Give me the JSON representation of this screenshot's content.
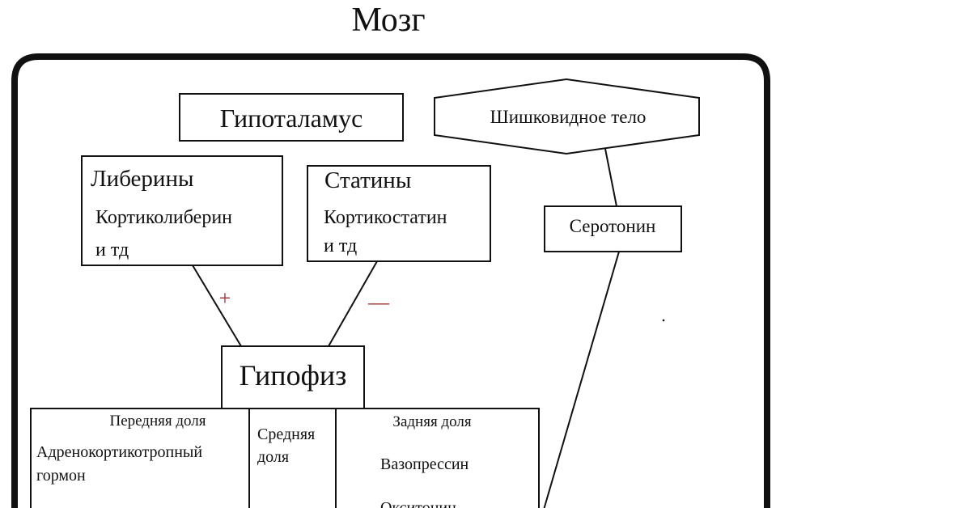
{
  "title": "Мозг",
  "hypothalamus": "Гипоталамус",
  "pineal_body": "Шишковидное тело",
  "serotonin": "Серотонин",
  "liberins": {
    "title": "Либерины",
    "line1": "Кортиколиберин",
    "line2": "и тд"
  },
  "statins": {
    "title": "Статины",
    "line1": "Кортикостатин",
    "line2": "и тд"
  },
  "plus_sign": "+",
  "minus_sign": "—",
  "pituitary": "Гипофиз",
  "lobes": {
    "anterior": {
      "title": "Передняя доля",
      "line1": "Адренокортикотропный",
      "line2": "гормон"
    },
    "middle": {
      "line1": "Средняя",
      "line2": "доля"
    },
    "posterior": {
      "title": "Задняя доля",
      "item1": "Вазопрессин",
      "item2": "Окситоцин"
    }
  },
  "colors": {
    "sign": "#a03030",
    "stroke": "#111111"
  }
}
